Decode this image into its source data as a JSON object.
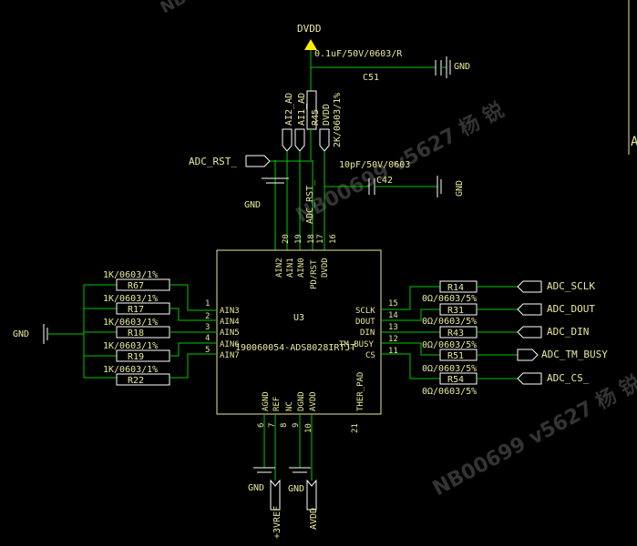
{
  "power": {
    "dvdd_top": "DVDD",
    "gnd": "GND",
    "plus3vref": "+3VREF",
    "avdd": "AVDD"
  },
  "caps": {
    "c51_value": "0.1uF/50V/0603/R",
    "c51_ref": "C51",
    "c42_value": "10pF/50V/0603",
    "c42_ref": "C42"
  },
  "r45": {
    "ref": "R45",
    "value": "2K/0603/1%"
  },
  "top_nets": [
    "AI2_AD",
    "AI1_AD",
    "DVDD"
  ],
  "adc_rst": "ADC_RST_",
  "adc_rst_vertical": "ADC_RST_",
  "chip": {
    "ref": "U3",
    "part": "190060054-ADS8028IRTJT",
    "top_pins": [
      {
        "num": "20",
        "name": "AIN2"
      },
      {
        "num": "19",
        "name": "AIN1"
      },
      {
        "num": "18",
        "name": "AIN0"
      },
      {
        "num": "17",
        "name": "PD/RST"
      },
      {
        "num": "16",
        "name": "DVDD"
      }
    ],
    "left_pins": [
      {
        "num": "1",
        "name": "AIN3"
      },
      {
        "num": "2",
        "name": "AIN4"
      },
      {
        "num": "3",
        "name": "AIN5"
      },
      {
        "num": "4",
        "name": "AIN6"
      },
      {
        "num": "5",
        "name": "AIN7"
      }
    ],
    "right_pins": [
      {
        "num": "15",
        "name": "SCLK"
      },
      {
        "num": "14",
        "name": "DOUT"
      },
      {
        "num": "13",
        "name": "DIN"
      },
      {
        "num": "12",
        "name": "TM_BUSY"
      },
      {
        "num": "11",
        "name": "CS"
      }
    ],
    "bottom_pins": [
      {
        "num": "6",
        "name": "AGND"
      },
      {
        "num": "7",
        "name": "REF"
      },
      {
        "num": "8",
        "name": "NC"
      },
      {
        "num": "9",
        "name": "DGND"
      },
      {
        "num": "10",
        "name": "AVDD"
      },
      {
        "num": "21",
        "name": "THER_PAD"
      }
    ]
  },
  "left_resistors": [
    {
      "value": "1K/0603/1%",
      "ref": "R67"
    },
    {
      "value": "1K/0603/1%",
      "ref": "R17"
    },
    {
      "value": "1K/0603/1%",
      "ref": "R18"
    },
    {
      "value": "1K/0603/1%",
      "ref": "R19"
    },
    {
      "value": "1K/0603/1%",
      "ref": "R22"
    }
  ],
  "left_gnd": "GND",
  "right_resistors": [
    {
      "ref": "R14",
      "value": "0Ω/0603/5%",
      "net": "ADC_SCLK"
    },
    {
      "ref": "R31",
      "value": "0Ω/0603/5%",
      "net": "ADC_DOUT"
    },
    {
      "ref": "R43",
      "value": "0Ω/0603/5%",
      "net": "ADC_DIN"
    },
    {
      "ref": "R51",
      "value": "0Ω/0603/5%",
      "net": "ADC_TM_BUSY"
    },
    {
      "ref": "R54",
      "value": "0Ω/0603/5%",
      "net": "ADC_CS_"
    }
  ],
  "bottom_gnd_left": "GND",
  "bottom_gnd_right": "GND",
  "watermark": "NB00699 v5627 杨 锐",
  "edge_letter": "A"
}
